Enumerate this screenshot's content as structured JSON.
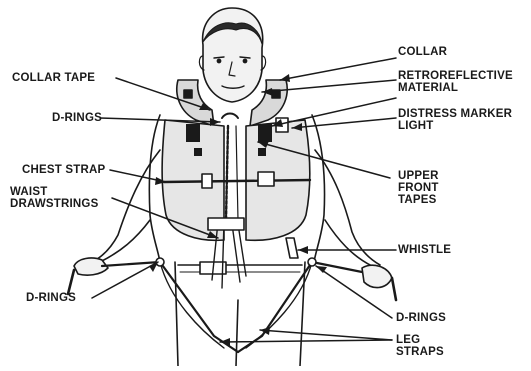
{
  "labels": {
    "collar": "COLLAR",
    "retroreflective_material": "RETROREFLECTIVE\nMATERIAL",
    "distress_marker_light": "DISTRESS MARKER\nLIGHT",
    "upper_front_tapes": "UPPER\nFRONT\nTAPES",
    "whistle": "WHISTLE",
    "d_rings_right": "D-RINGS",
    "leg_straps": "LEG\nSTRAPS",
    "collar_tape": "COLLAR TAPE",
    "d_rings_upper": "D-RINGS",
    "chest_strap": "CHEST STRAP",
    "waist_drawstrings": "WAIST\nDRAWSTRINGS",
    "d_rings_lower_left": "D-RINGS"
  },
  "colors": {
    "ink": "#1a1a1a",
    "background": "#ffffff",
    "vest_shade": "#d9d9d9",
    "skin": "#f2f2f2"
  }
}
